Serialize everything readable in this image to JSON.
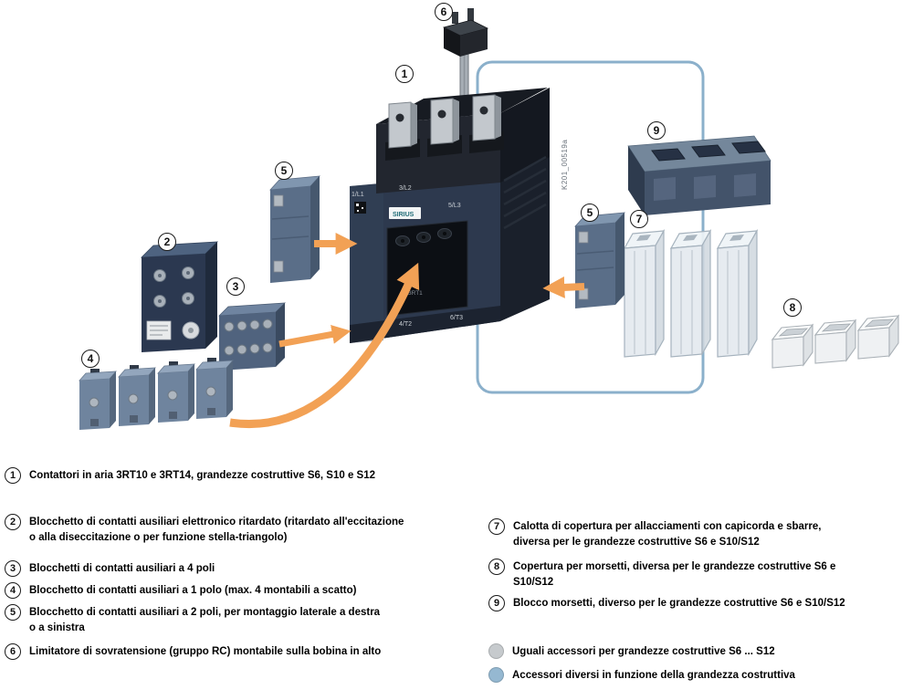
{
  "colors": {
    "arrow_orange": "#F2A155",
    "bracket_blue": "#8BB0CB",
    "dot_gray": "#C6CACD",
    "dot_blue": "#95B8D1",
    "contactor_body": "#2D394E"
  },
  "diagram": {
    "callouts": [
      {
        "num": "6"
      },
      {
        "num": "1"
      },
      {
        "num": "9"
      },
      {
        "num": "7"
      },
      {
        "num": "8"
      },
      {
        "num": "5"
      },
      {
        "num": "5"
      },
      {
        "num": "2"
      },
      {
        "num": "3"
      },
      {
        "num": "4"
      }
    ],
    "contactor_labels": {
      "terminal_1": "1/L1",
      "terminal_3": "3/L2",
      "terminal_5": "5/L3",
      "terminal_4": "4/T2",
      "terminal_6": "6/T3",
      "brand": "SIRIUS",
      "type": "3RT1",
      "part_id": "K201_00519a"
    }
  },
  "legend": {
    "left": [
      {
        "num": "1",
        "text": "Contattori in aria 3RT10 e 3RT14, grandezze costruttive S6, S10 e S12"
      },
      {
        "num": "2",
        "text": "Blocchetto di contatti ausiliari elettronico ritardato (ritardato all'eccitazione\no alla diseccitazione o per funzione stella-triangolo)"
      },
      {
        "num": "3",
        "text": "Blocchetti di contatti ausiliari a 4 poli"
      },
      {
        "num": "4",
        "text": "Blocchetto di contatti ausiliari a 1 polo (max. 4 montabili a scatto)"
      },
      {
        "num": "5",
        "text": "Blocchetto di contatti ausiliari a 2 poli, per montaggio laterale a destra\no a sinistra"
      },
      {
        "num": "6",
        "text": "Limitatore di sovratensione (gruppo RC) montabile sulla bobina in alto"
      }
    ],
    "right": [
      {
        "num": "7",
        "text": "Calotta di copertura per allacciamenti con capicorda e sbarre,\ndiversa per le grandezze costruttive S6 e S10/S12"
      },
      {
        "num": "8",
        "text": "Copertura per morsetti, diversa per le grandezze costruttive S6 e\nS10/S12"
      },
      {
        "num": "9",
        "text": "Blocco morsetti, diverso per le grandezze costruttive S6 e S10/S12"
      }
    ],
    "dots": [
      {
        "color": "gray",
        "text": "Uguali accessori per grandezze costruttive S6 ... S12"
      },
      {
        "color": "blue",
        "text": "Accessori diversi in funzione della grandezza costruttiva"
      }
    ]
  }
}
